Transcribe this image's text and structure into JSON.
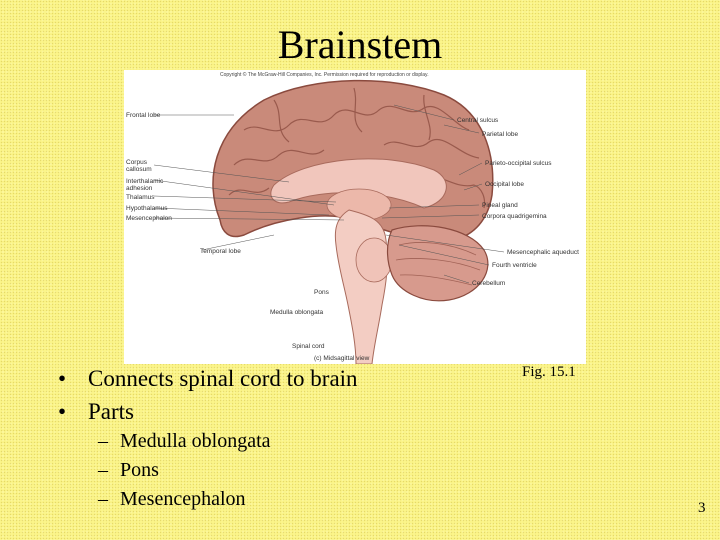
{
  "slide": {
    "title": "Brainstem",
    "caption": "Fig. 15.1",
    "page_number": "3"
  },
  "figure": {
    "copyright": "Copyright © The McGraw-Hill Companies, Inc. Permission required for reproduction or display.",
    "view_label": "(c) Midsagittal view",
    "labels_left": [
      "Frontal lobe",
      "Corpus",
      "callosum",
      "Interthalamic",
      "adhesion",
      "Thalamus",
      "Hypothalamus",
      "Mesencephalon",
      "Temporal lobe",
      "Pons",
      "Medulla oblongata",
      "Spinal cord"
    ],
    "labels_right": [
      "Central sulcus",
      "Parietal lobe",
      "Parieto-occipital sulcus",
      "Occipital lobe",
      "Pineal gland",
      "Corpora quadrigemina",
      "Mesencephalic aqueduct",
      "Fourth ventricle",
      "Cerebellum"
    ]
  },
  "bullets": [
    "Connects spinal cord to brain",
    "Parts"
  ],
  "subbullets": [
    "Medulla oblongata",
    "Pons",
    "Mesencephalon"
  ]
}
